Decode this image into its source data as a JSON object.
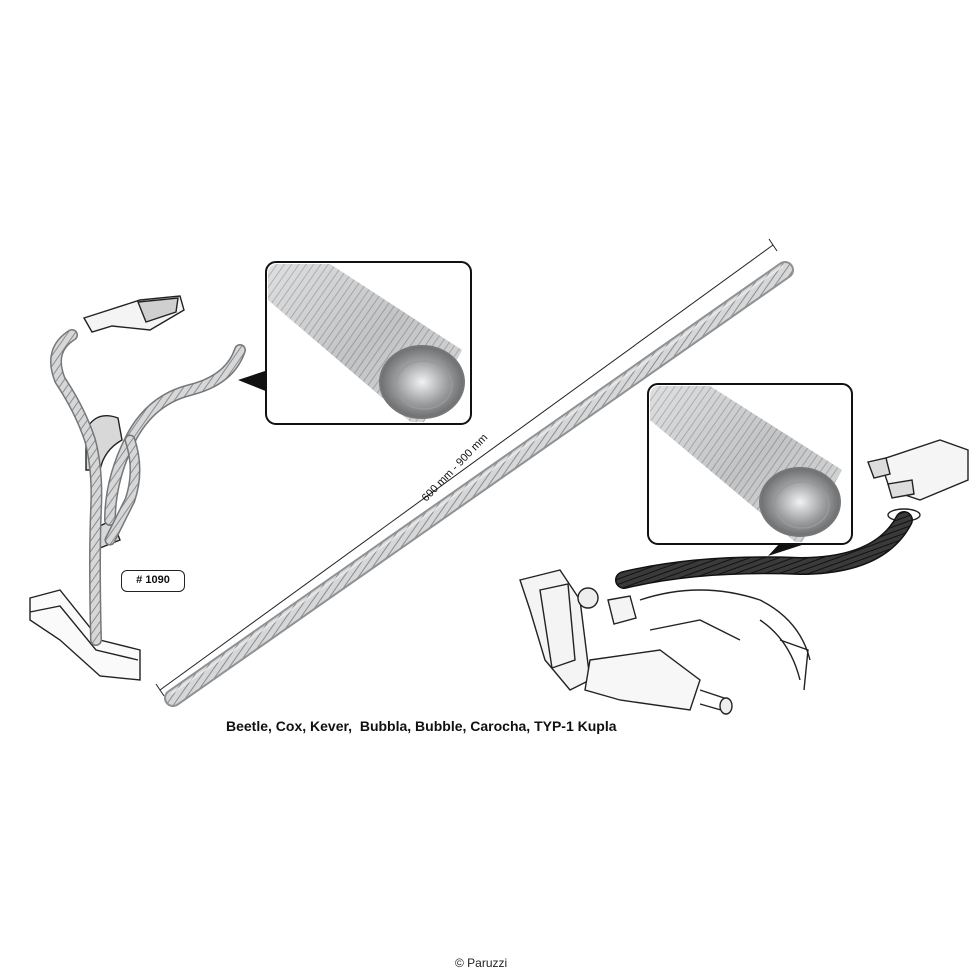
{
  "product": {
    "caption": "Beetle, Cox, Kever,  Bubbla, Bubble, Carocha, TYP-1 Kupla",
    "copyright": "© Paruzzi"
  },
  "dimension": {
    "label": "600 mm - 900 mm"
  },
  "callouts": {
    "part_number": "# 1090"
  },
  "colors": {
    "hose_silver": "#b9bbbd",
    "hose_dark": "#2b2b2b",
    "outline": "#222222"
  }
}
